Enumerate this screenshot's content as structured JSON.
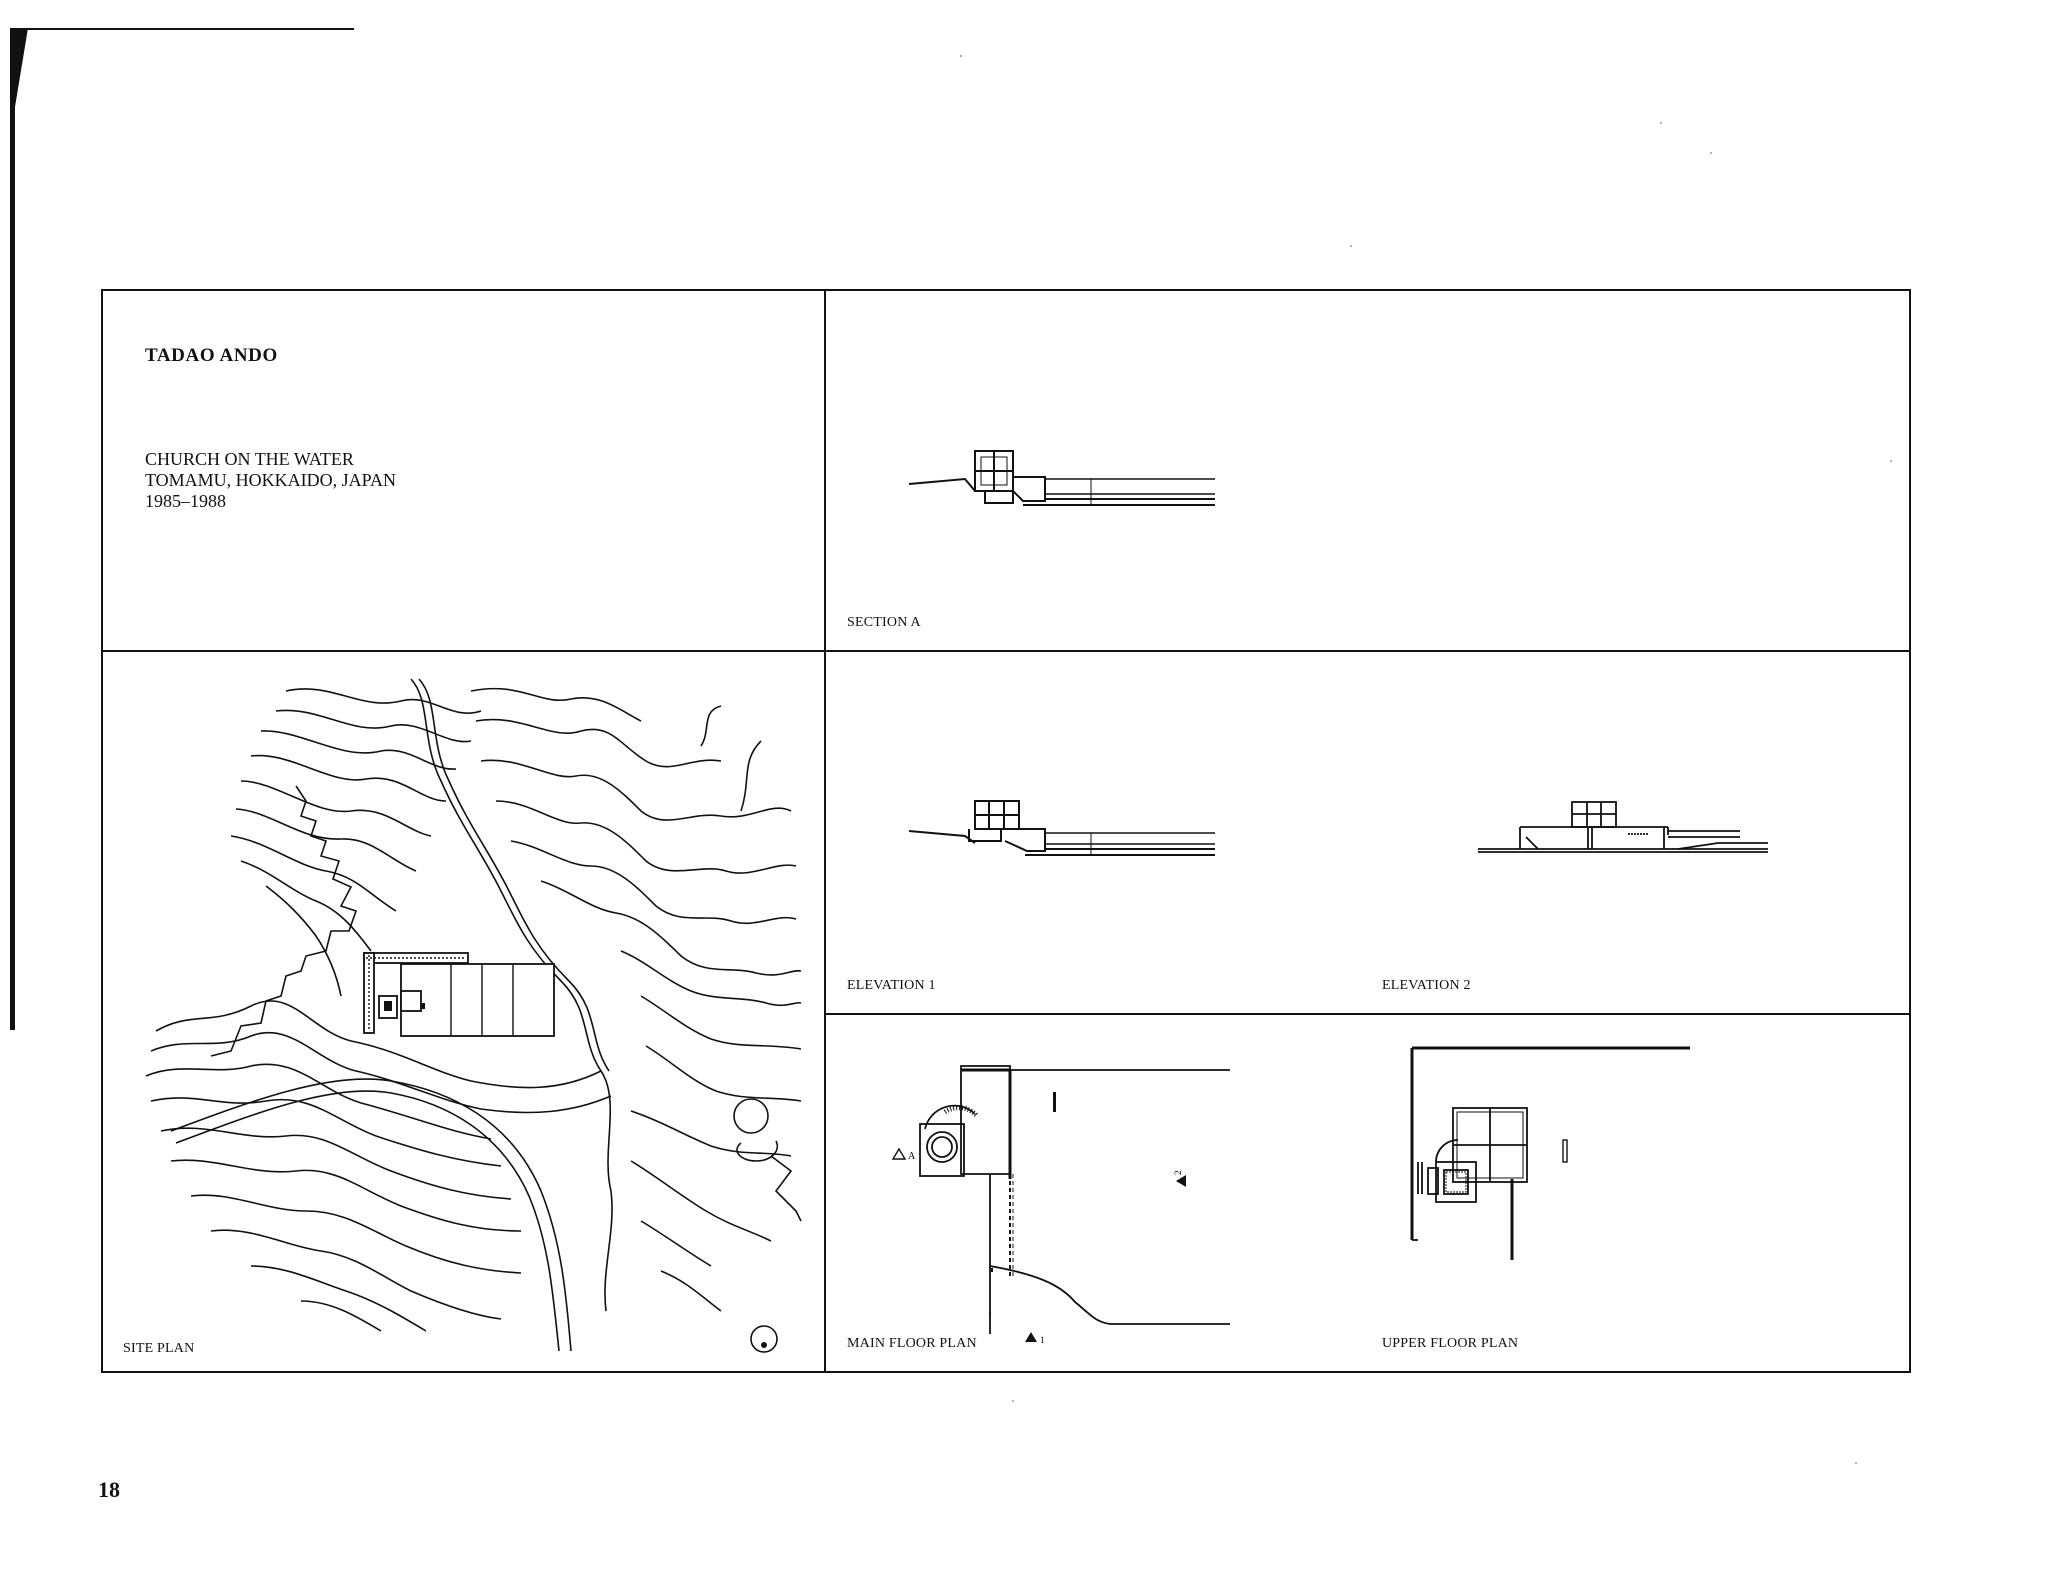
{
  "page": {
    "page_number": "18"
  },
  "header": {
    "architect": "TADAO ANDO",
    "project_lines": [
      "CHURCH ON THE WATER",
      "TOMAMU, HOKKAIDO, JAPAN",
      "1985–1988"
    ]
  },
  "panels": {
    "section_a": {
      "label": "SECTION A"
    },
    "site_plan": {
      "label": "SITE PLAN"
    },
    "elevation_1": {
      "label": "ELEVATION 1"
    },
    "elevation_2": {
      "label": "ELEVATION 2"
    },
    "main_floor_plan": {
      "label": "MAIN FLOOR PLAN",
      "markers": [
        "A",
        "1",
        "2"
      ]
    },
    "upper_floor_plan": {
      "label": "UPPER FLOOR PLAN"
    }
  }
}
